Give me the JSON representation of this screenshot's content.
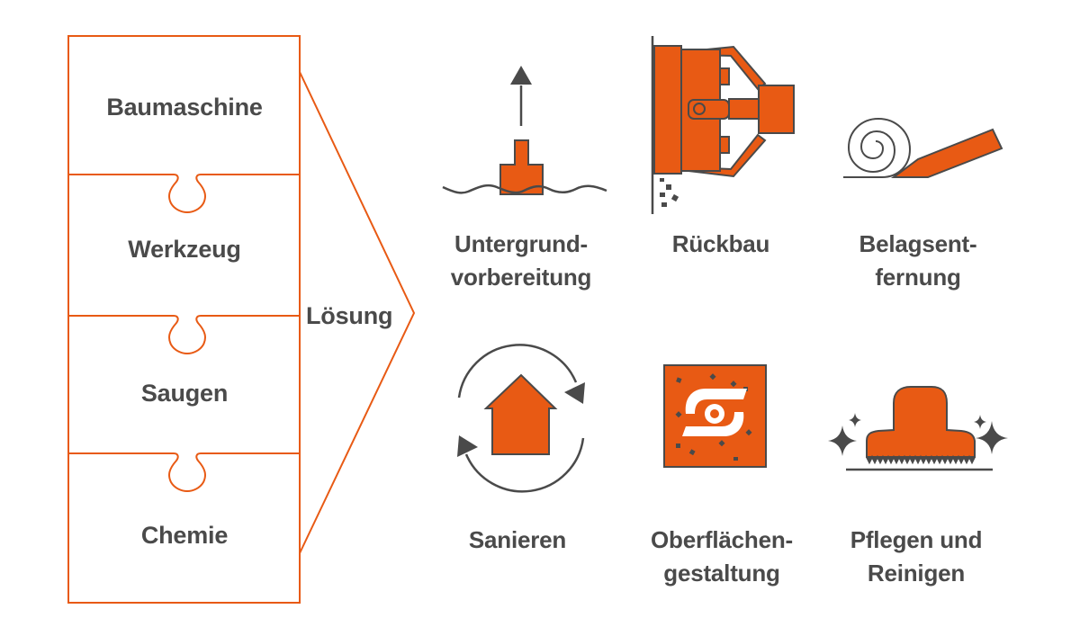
{
  "colors": {
    "accent": "#e85a14",
    "dark": "#4a4a4a",
    "white": "#ffffff"
  },
  "puzzle": {
    "pieces": [
      {
        "label": "Baumaschine"
      },
      {
        "label": "Werkzeug"
      },
      {
        "label": "Saugen"
      },
      {
        "label": "Chemie"
      }
    ]
  },
  "arrow_label": "Lösung",
  "solutions": [
    {
      "icon": "arrow-up-surface-icon",
      "line1": "Untergrund-",
      "line2": "vorbereitung"
    },
    {
      "icon": "demolition-machine-icon",
      "line1": "Rückbau",
      "line2": ""
    },
    {
      "icon": "floor-covering-removal-icon",
      "line1": "Belagsent-",
      "line2": "fernung"
    },
    {
      "icon": "house-refresh-icon",
      "line1": "Sanieren",
      "line2": ""
    },
    {
      "icon": "surface-design-icon",
      "line1": "Oberflächen-",
      "line2": "gestaltung"
    },
    {
      "icon": "cleaning-brush-sparkle-icon",
      "line1": "Pflegen und",
      "line2": "Reinigen"
    }
  ]
}
